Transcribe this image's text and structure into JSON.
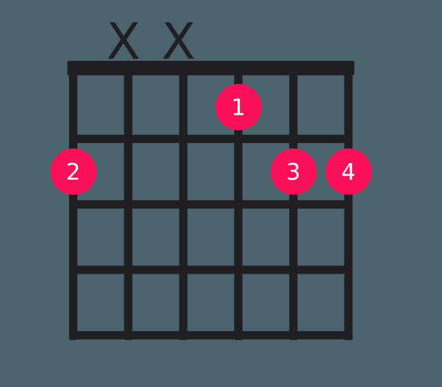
{
  "colors": {
    "background": "#4B636C",
    "ink": "#211E23",
    "finger_dot": "#FA1057",
    "finger_number": "#FFFFFF"
  },
  "diagram": {
    "type": "guitar-chord",
    "strings": 6,
    "frets_shown": 4,
    "muted_marker": "X",
    "muted_strings": [
      2,
      3
    ],
    "fingerings": [
      {
        "finger": "1",
        "string": 4,
        "fret": 1
      },
      {
        "finger": "2",
        "string": 1,
        "fret": 2
      },
      {
        "finger": "3",
        "string": 5,
        "fret": 2
      },
      {
        "finger": "4",
        "string": 6,
        "fret": 2
      }
    ]
  }
}
